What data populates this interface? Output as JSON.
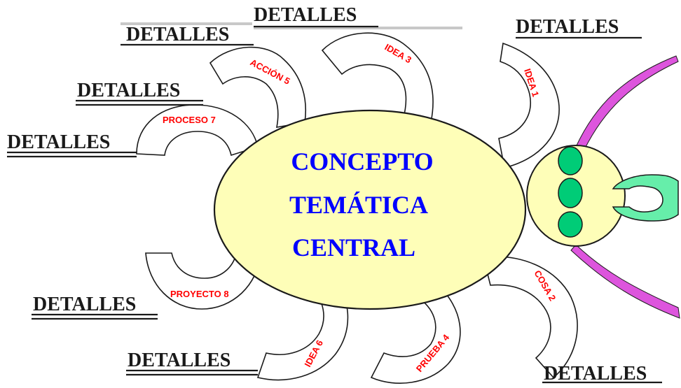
{
  "colors": {
    "body_fill": "#fefeb8",
    "outline": "#1a1a1a",
    "label_red": "#ff0000",
    "center_text_blue": "#0000ff",
    "antenna": "#dd55dd",
    "eyes": "#00cc77",
    "mandible": "#66eeaa"
  },
  "center": {
    "line1": "CONCEPTO",
    "line2": "TEMÁTICA",
    "line3": "CENTRAL"
  },
  "legs": [
    {
      "id": "accion5",
      "label": "ACCIÓN 5"
    },
    {
      "id": "idea3",
      "label": "IDEA 3"
    },
    {
      "id": "idea1",
      "label": "IDEA 1"
    },
    {
      "id": "proceso7",
      "label": "PROCESO 7"
    },
    {
      "id": "proyecto8",
      "label": "PROYECTO 8"
    },
    {
      "id": "idea6",
      "label": "IDEA 6"
    },
    {
      "id": "prueba4",
      "label": "PRUEBA 4"
    },
    {
      "id": "cosa2",
      "label": "COSA 2"
    }
  ],
  "details": [
    {
      "id": "top",
      "text": "DETALLES"
    },
    {
      "id": "upper-left",
      "text": "DETALLES"
    },
    {
      "id": "top-right",
      "text": "DETALLES"
    },
    {
      "id": "left-mid",
      "text": "DETALLES"
    },
    {
      "id": "left",
      "text": "DETALLES"
    },
    {
      "id": "lower-left",
      "text": "DETALLES"
    },
    {
      "id": "bottom",
      "text": "DETALLES"
    },
    {
      "id": "bottom-right",
      "text": "DETALLES"
    }
  ]
}
